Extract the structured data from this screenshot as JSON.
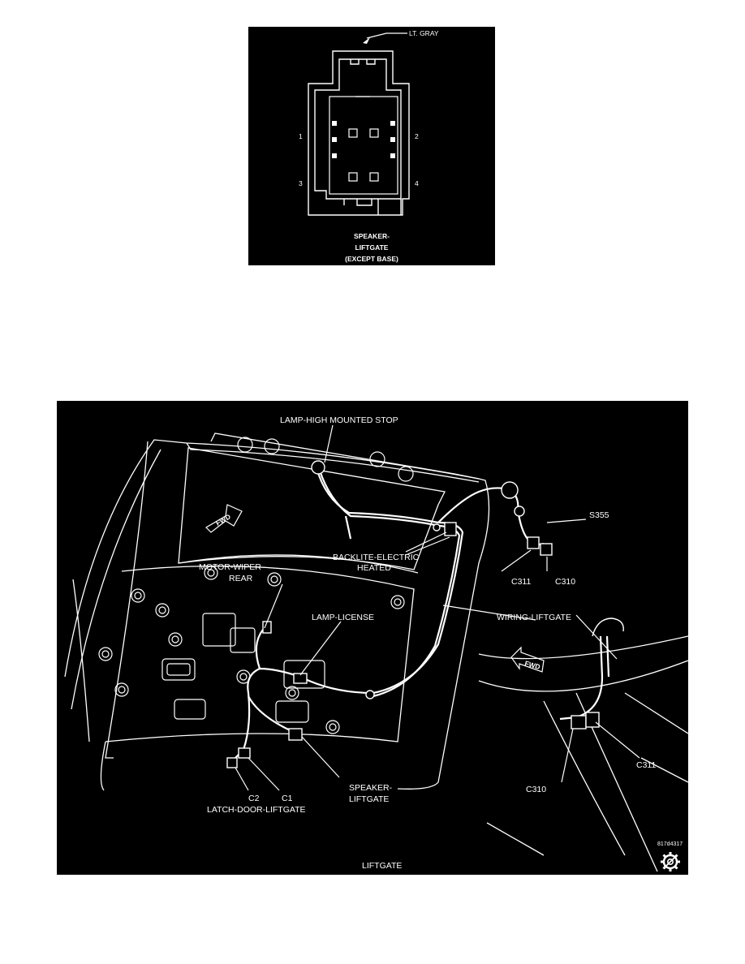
{
  "connector": {
    "color_label": "LT. GRAY",
    "pins": [
      "1",
      "2",
      "3",
      "4"
    ],
    "caption_line1": "SPEAKER-",
    "caption_line2": "LIFTGATE",
    "caption_line3": "(EXCEPT BASE)"
  },
  "harness": {
    "callouts": {
      "lamp_high_stop": "LAMP-HIGH MOUNTED STOP",
      "s355": "S355",
      "backlite_line1": "BACKLITE-ELECTRIC",
      "backlite_line2": "HEATED",
      "c311_top": "C311",
      "c310_top": "C310",
      "motor_wiper_line1": "MOTOR-WIPER-",
      "motor_wiper_line2": "REAR",
      "lamp_license": "LAMP-LICENSE",
      "wiring_liftgate": "WIRING-LIFTGATE",
      "c2": "C2",
      "c1": "C1",
      "latch_door": "LATCH-DOOR-LIFTGATE",
      "speaker_line1": "SPEAKER-",
      "speaker_line2": "LIFTGATE",
      "c310_inset": "C310",
      "c311_inset": "C311",
      "fwd_main": "FWD",
      "fwd_inset": "FWD"
    },
    "figure_id": "817d4317",
    "footer_label": "LIFTGATE",
    "logo_icon": "gear-icon"
  }
}
